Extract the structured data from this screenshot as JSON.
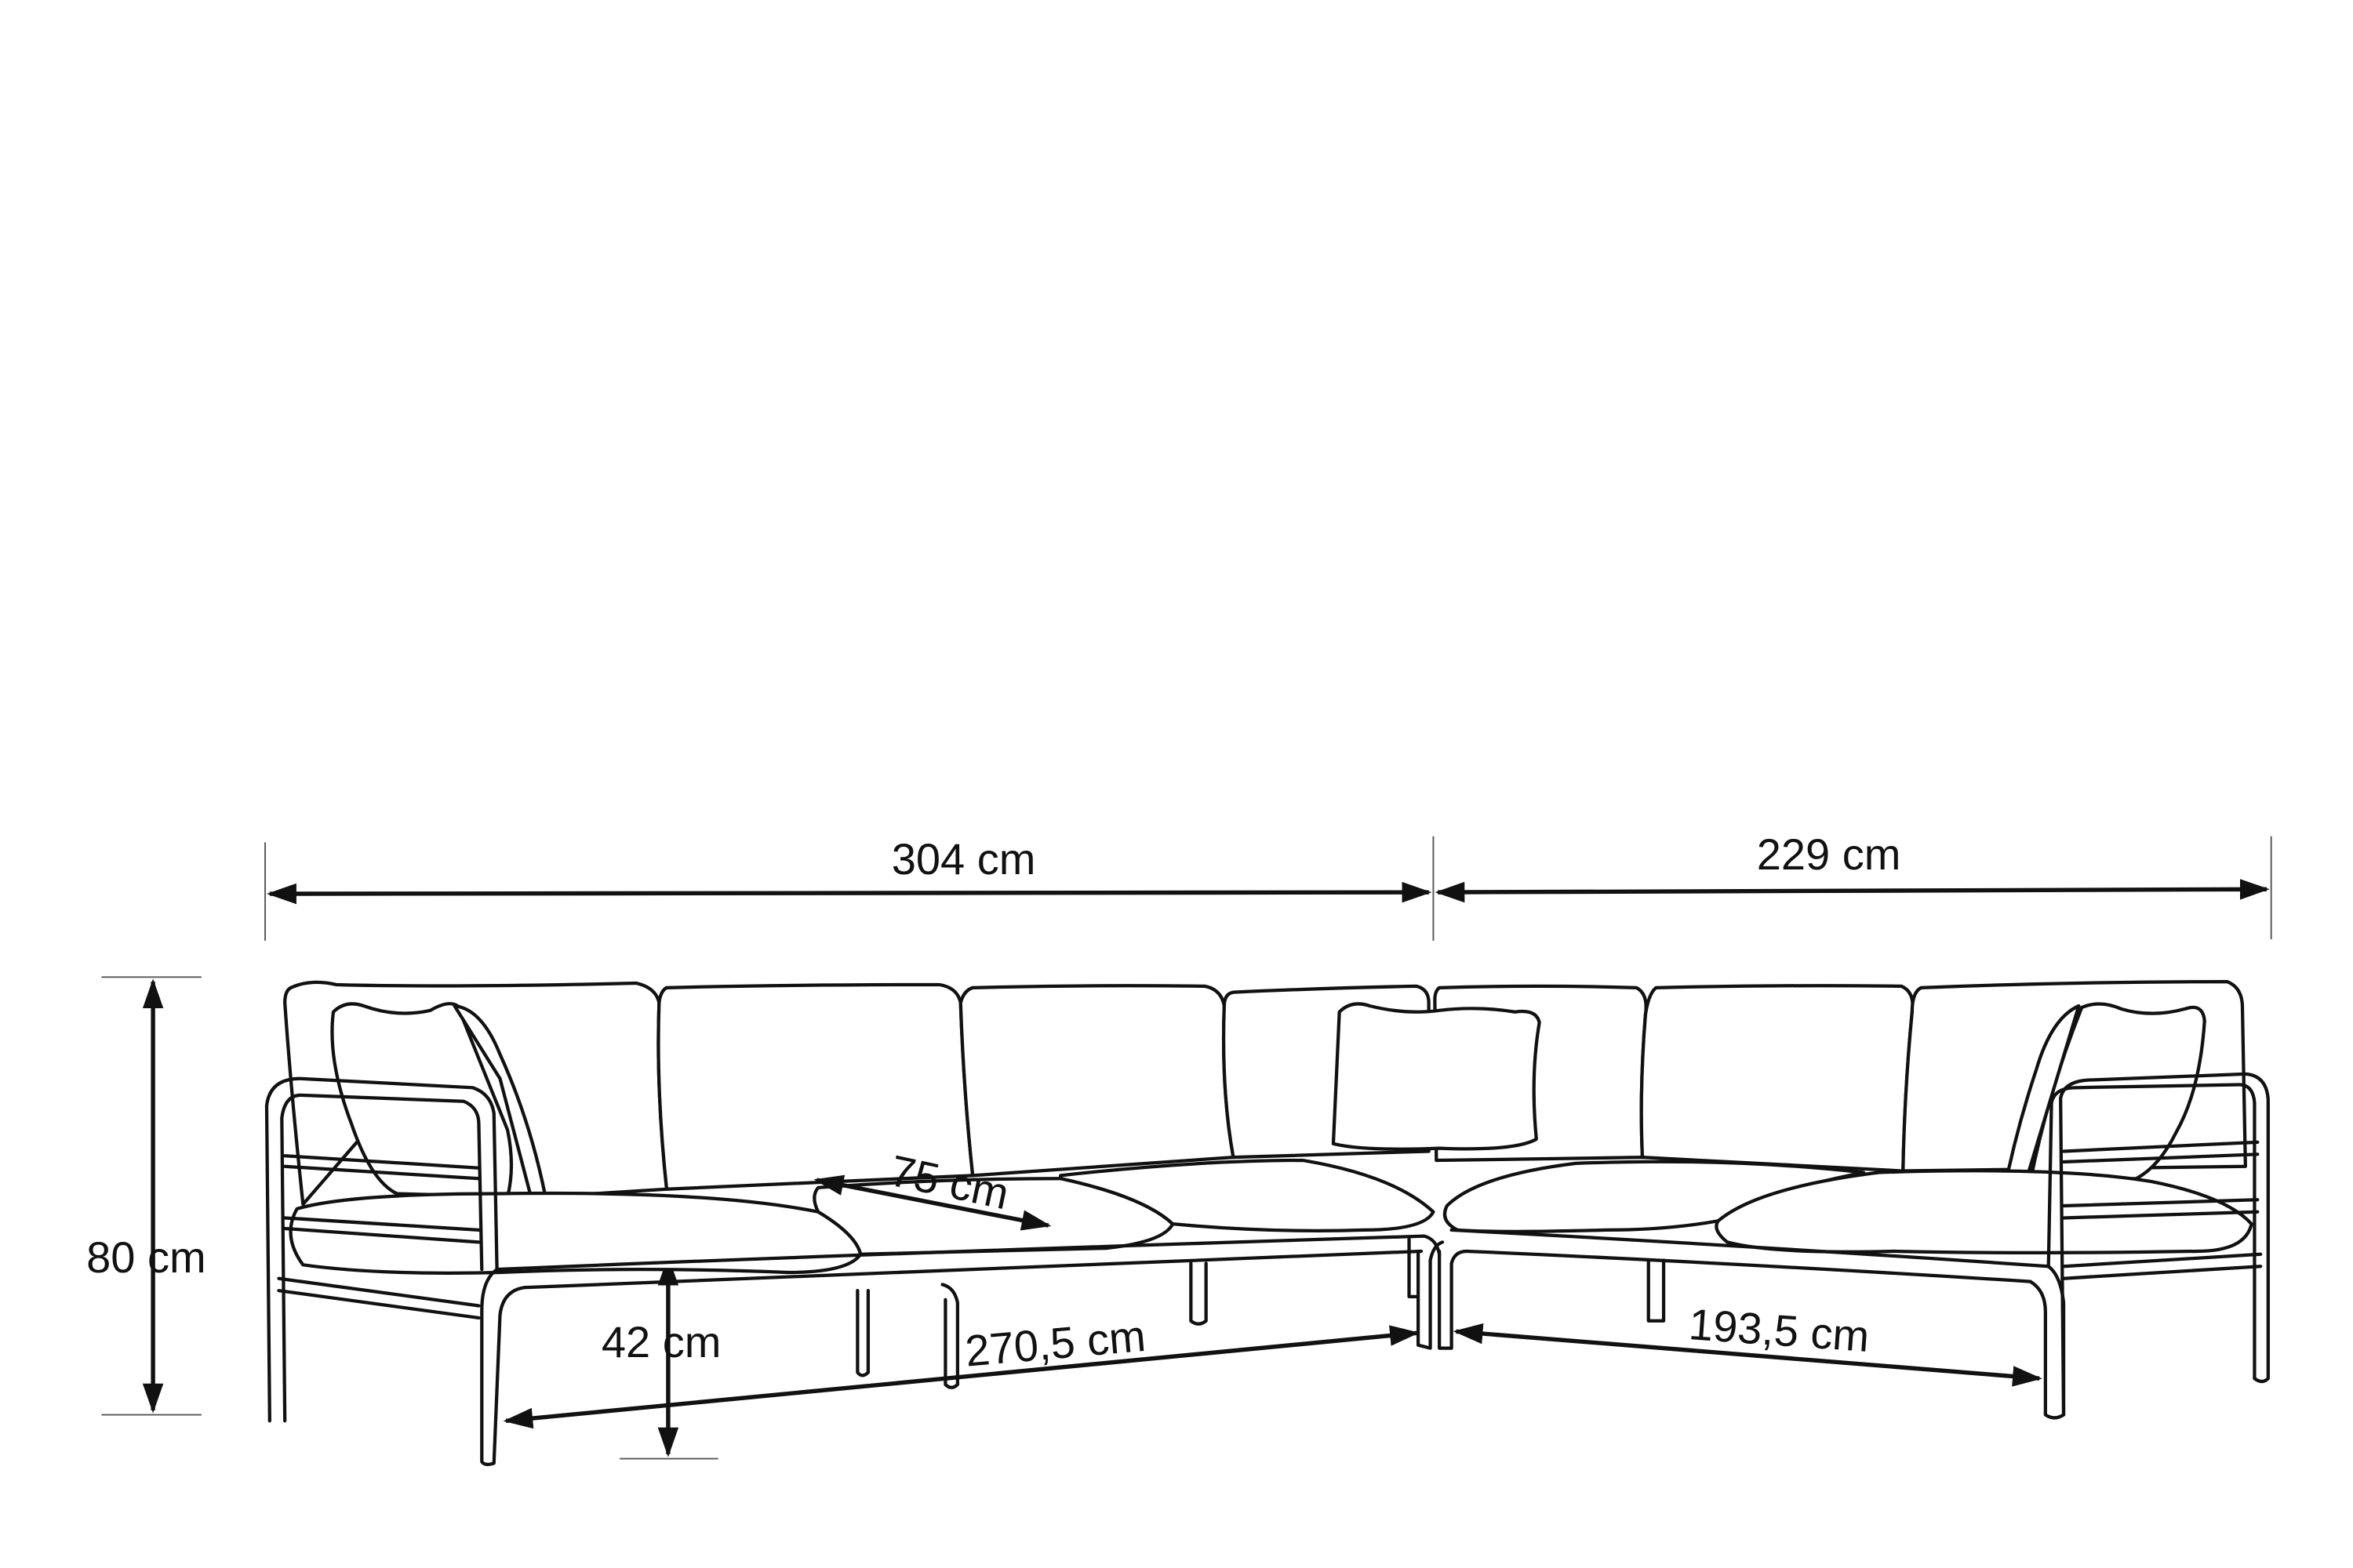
{
  "diagram": {
    "subject": "corner sofa line drawing with dimensions",
    "line_color": "#111111",
    "background": "#ffffff",
    "dimensions": {
      "left_section_width": "304 cm",
      "right_section_width": "229 cm",
      "total_height": "80 cm",
      "seat_height": "42 cm",
      "seat_depth": "75 cm",
      "left_inner_length": "270,5 cm",
      "right_inner_length": "193,5 cm"
    }
  }
}
